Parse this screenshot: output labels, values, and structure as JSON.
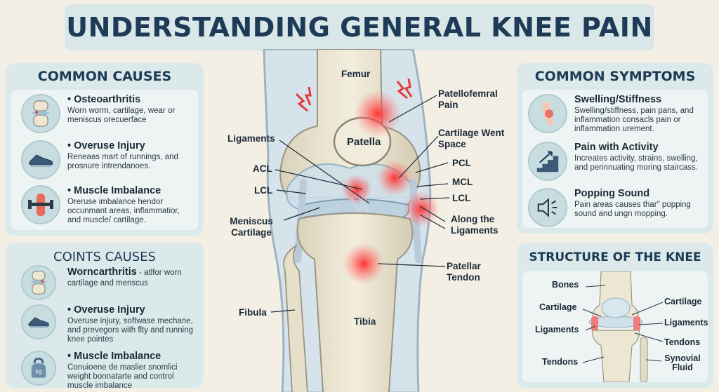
{
  "title": "UNDERSTANDING GENERAL KNEE PAIN",
  "common_causes": {
    "header": "COMMON CAUSES",
    "items": [
      {
        "title": "Osteoarthritis",
        "desc": "Worn worm, cartilage, wear or meniscus orecuerface",
        "icon": "knee-joint-icon"
      },
      {
        "title": "Overuse Injury",
        "desc": "Reneaas mart of runnings, and prosnure intrendanoes.",
        "icon": "running-shoe-icon"
      },
      {
        "title": "Muscle Imbalance",
        "desc": "Oreruse imbalance hendor occunmant areas, inflammatior, and muscle/ cartilage.",
        "icon": "dumbbell-leg-icon"
      }
    ]
  },
  "coints_causes": {
    "header": "COINTS CAUSES",
    "items": [
      {
        "title": "Worncarthritis",
        "desc_suffix": "- atlfor worn",
        "desc": "cartilage and menscus",
        "icon": "knee-joint-icon"
      },
      {
        "title": "Overuse Injury",
        "desc": "Overuse injury, softwase mechane, and prevegors with flty and running knee pointes",
        "icon": "running-shoe-icon"
      },
      {
        "title": "Muscle Imbalance",
        "desc": "Conuioene de maslier snomlici weight bonnatarte and control muscle imbalance",
        "icon": "kettlebell-icon",
        "icon_text": "kg"
      }
    ]
  },
  "common_symptoms": {
    "header": "COMMON SYMPTOMS",
    "items": [
      {
        "title": "Swelling/Stiffness",
        "desc": "Swelling/stiffness, pain pans, and inflammation consacls pain or inflammation urement.",
        "icon": "swollen-knee-icon"
      },
      {
        "title": "Pain with Activity",
        "desc": "Increates activity, strains, swelling, and perinnuating moring staircass.",
        "icon": "staircase-icon"
      },
      {
        "title": "Popping Sound",
        "desc": "Pain areas causes thar\" popping sound and ungn mopping.",
        "icon": "speaker-icon"
      }
    ]
  },
  "structure": {
    "header": "STRUCTURE OF THE KNEE",
    "labels": {
      "bones": "Bones",
      "cartilage_left": "Cartilage",
      "cartilage_right": "Cartilage",
      "ligaments_left": "Ligaments",
      "ligaments_right": "Ligaments",
      "tendons_right": "Tendons",
      "tendons_left": "Tendons",
      "synovial": "Synovial Fluid"
    }
  },
  "diagram": {
    "femur": "Femur",
    "patella": "Patella",
    "tibia": "Tibia",
    "fibula": "Fibula",
    "ligaments": "Ligaments",
    "acl": "ACL",
    "lcl_left": "LCL",
    "meniscus": "Meniscus Cartilage",
    "patellofemoral": "Patellofemral Pain",
    "cartilage_space": "Cartilage Went Space",
    "pcl": "PCL",
    "mcl": "MCL",
    "lcl_right": "LCL",
    "along_ligaments": "Along the Ligaments",
    "patellar_tendon": "Patellar Tendon",
    "pain_color": "#f0303a",
    "bone_color": "#ece6d2",
    "cartilage_color": "#cfe0ea"
  }
}
